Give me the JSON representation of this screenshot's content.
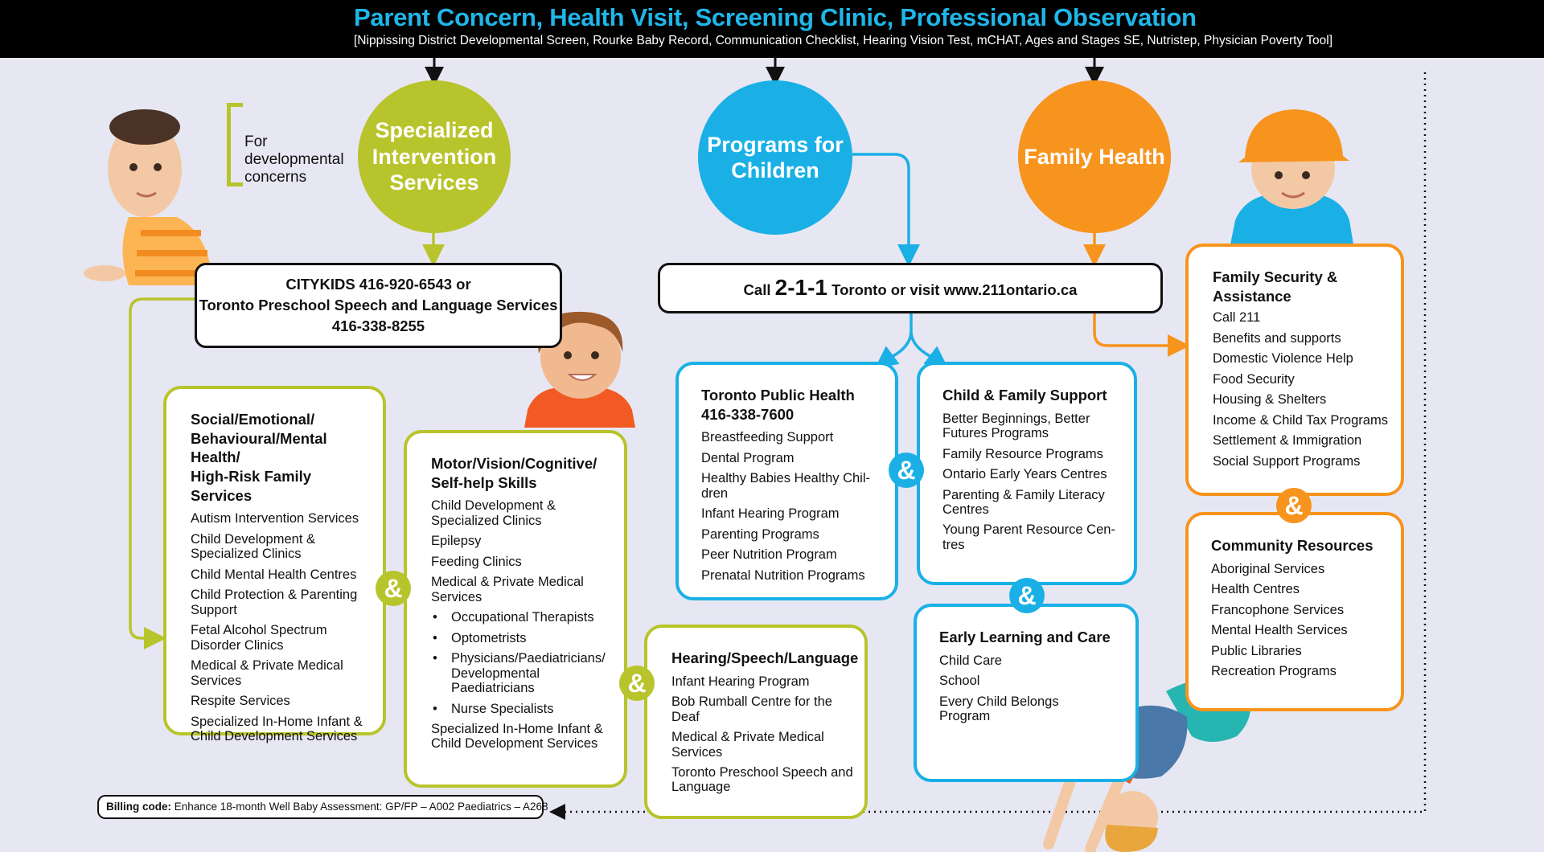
{
  "header": {
    "title": "Parent Concern, Health Visit, Screening Clinic, Professional Observation",
    "subtitle": "[Nippissing District Developmental Screen, Rourke Baby Record, Communication Checklist, Hearing Vision Test, mCHAT, Ages and Stages SE, Nutristep, Physician Poverty Tool]"
  },
  "colors": {
    "green": "#b8c42b",
    "blue": "#1ab0e6",
    "orange": "#f7941d",
    "background": "#e7e7f3",
    "header": "#000000"
  },
  "icons": [
    "arrow-down-icon",
    "ampersand-icon",
    "baby-photo",
    "toddler-photo",
    "hardhat-baby-photo",
    "handstand-girl-photo"
  ],
  "side_note": "For\ndevelopmental\nconcerns",
  "circles": {
    "specialized": "Specialized\nIntervention\nServices",
    "programs": "Programs for\nChildren",
    "family": "Family Health"
  },
  "citykids": {
    "line1": "CITYKIDS 416-920-6543 or",
    "line2": "Toronto Preschool Speech and Language Services",
    "line3": "416-338-8255"
  },
  "call211": {
    "prefix": "Call ",
    "number": "2-1-1",
    "suffix": " Toronto or visit www.211ontario.ca"
  },
  "social": {
    "title": "Social/Emotional/\nBehavioural/Mental Health/\nHigh-Risk Family Services",
    "items": [
      "Autism Intervention Services",
      "Child Development & Specialized Clinics",
      "Child Mental Health Centres",
      "Child Protection & Parenting Support",
      "Fetal Alcohol Spectrum Disorder Clinics",
      "Medical & Private Medical Services",
      "Respite Services",
      "Specialized In-Home Infant & Child Development Services"
    ]
  },
  "motor": {
    "title": "Motor/Vision/Cognitive/\nSelf-help Skills",
    "items": [
      "Child Development & Specialized Clinics",
      "Epilepsy",
      "Feeding Clinics",
      "Medical & Private Medical Services"
    ],
    "bullets": [
      "Occupational Therapists",
      "Optometrists",
      "Physicians/Paediatricians/ Developmental Paediatricians",
      "Nurse Specialists"
    ],
    "last": "Specialized In-Home Infant & Child Development Services"
  },
  "hearing": {
    "title": "Hearing/Speech/Language",
    "items": [
      "Infant Hearing Program",
      "Bob Rumball Centre for the Deaf",
      "Medical & Private Medical Services",
      "Toronto Preschool Speech and Language"
    ]
  },
  "tph": {
    "title": "Toronto Public Health\n416-338-7600",
    "items": [
      "Breastfeeding Support",
      "Dental Program",
      "Healthy Babies Healthy Chil-dren",
      "Infant Hearing Program",
      "Parenting Programs",
      "Peer Nutrition Program",
      "Prenatal Nutrition Programs"
    ]
  },
  "cfs": {
    "title": "Child & Family Support",
    "items": [
      "Better Beginnings, Better Futures Programs",
      "Family Resource Programs",
      "Ontario Early Years Centres",
      "Parenting & Family Literacy Centres",
      "Young Parent Resource Cen-tres"
    ]
  },
  "elc": {
    "title": "Early Learning and Care",
    "items": [
      "Child Care",
      "School",
      "Every Child Belongs Program"
    ]
  },
  "fsa": {
    "title": "Family Security &\nAssistance",
    "items": [
      "Call 211",
      "Benefits and supports",
      "Domestic Violence Help",
      "Food Security",
      "Housing & Shelters",
      "Income & Child Tax Programs",
      "Settlement & Immigration",
      "Social Support Programs"
    ]
  },
  "community": {
    "title": "Community Resources",
    "items": [
      "Aboriginal Services",
      "Health Centres",
      "Francophone Services",
      "Mental Health Services",
      "Public Libraries",
      "Recreation Programs"
    ]
  },
  "amp": "&",
  "billing": {
    "label": "Billing code:",
    "text": " Enhance 18-month Well Baby Assessment: GP/FP – A002 Paediatrics – A268"
  }
}
